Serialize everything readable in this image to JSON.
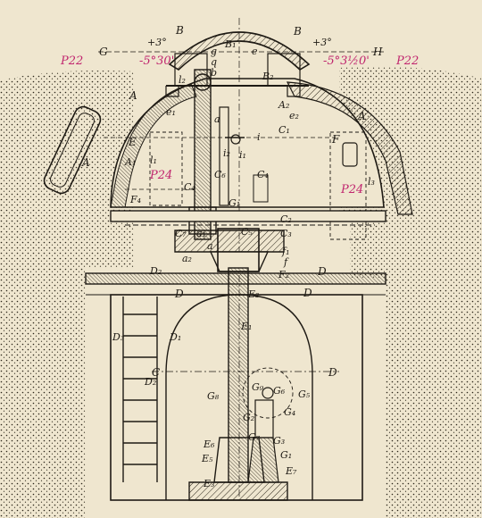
{
  "colors": {
    "paper": "#efe6cf",
    "ink": "#1e1a14",
    "annotation_ink": "#c0246e"
  },
  "labels": [
    {
      "id": "B-left",
      "text": "B"
    },
    {
      "id": "B-right",
      "text": "B"
    },
    {
      "id": "B1",
      "text": "B₁"
    },
    {
      "id": "B2",
      "text": "B₂"
    },
    {
      "id": "G",
      "text": "G"
    },
    {
      "id": "H",
      "text": "H"
    },
    {
      "id": "plus3-left",
      "text": "+3°"
    },
    {
      "id": "plus3-right",
      "text": "+3°"
    },
    {
      "id": "g",
      "text": "g"
    },
    {
      "id": "e",
      "text": "e"
    },
    {
      "id": "q",
      "text": "q"
    },
    {
      "id": "b",
      "text": "b"
    },
    {
      "id": "l2",
      "text": "l₂"
    },
    {
      "id": "e1",
      "text": "e₁"
    },
    {
      "id": "A-upper-left",
      "text": "A"
    },
    {
      "id": "A-right",
      "text": "A"
    },
    {
      "id": "A-inner",
      "text": "A"
    },
    {
      "id": "A1",
      "text": "A₁"
    },
    {
      "id": "A2",
      "text": "A₂"
    },
    {
      "id": "e2",
      "text": "e₂"
    },
    {
      "id": "a-upper",
      "text": "a"
    },
    {
      "id": "C1",
      "text": "C₁"
    },
    {
      "id": "E",
      "text": "E"
    },
    {
      "id": "F",
      "text": "F"
    },
    {
      "id": "i",
      "text": "i"
    },
    {
      "id": "i1",
      "text": "i₁"
    },
    {
      "id": "i2",
      "text": "i₂"
    },
    {
      "id": "l1",
      "text": "l₁"
    },
    {
      "id": "l3",
      "text": "l₃"
    },
    {
      "id": "C4",
      "text": "C₄"
    },
    {
      "id": "C6",
      "text": "C₆"
    },
    {
      "id": "C4b",
      "text": "C₄"
    },
    {
      "id": "F4",
      "text": "F₄"
    },
    {
      "id": "G1-top",
      "text": "G₁"
    },
    {
      "id": "C2",
      "text": "C₂"
    },
    {
      "id": "C3",
      "text": "C₃"
    },
    {
      "id": "C5",
      "text": "C₅"
    },
    {
      "id": "C7",
      "text": "C₇"
    },
    {
      "id": "a-lower",
      "text": "a"
    },
    {
      "id": "a1",
      "text": "a₁"
    },
    {
      "id": "a2",
      "text": "a₂"
    },
    {
      "id": "f1",
      "text": "f₁"
    },
    {
      "id": "f",
      "text": "f"
    },
    {
      "id": "F2",
      "text": "F₂"
    },
    {
      "id": "D2",
      "text": "D₂"
    },
    {
      "id": "D-right",
      "text": "D"
    },
    {
      "id": "D-mid",
      "text": "D"
    },
    {
      "id": "D-mid2",
      "text": "D"
    },
    {
      "id": "E2",
      "text": "E₂"
    },
    {
      "id": "E1",
      "text": "E₁"
    },
    {
      "id": "D3",
      "text": "D₃"
    },
    {
      "id": "D1",
      "text": "D₁"
    },
    {
      "id": "D2b",
      "text": "D₂"
    },
    {
      "id": "C-left",
      "text": "C"
    },
    {
      "id": "D-line",
      "text": "D"
    },
    {
      "id": "G8",
      "text": "G₈"
    },
    {
      "id": "G9",
      "text": "G₉"
    },
    {
      "id": "G6",
      "text": "G₆"
    },
    {
      "id": "G5",
      "text": "G₅"
    },
    {
      "id": "G4",
      "text": "G₄"
    },
    {
      "id": "G2",
      "text": "G₂"
    },
    {
      "id": "G3",
      "text": "G₃"
    },
    {
      "id": "G7",
      "text": "G₇"
    },
    {
      "id": "G1",
      "text": "G₁"
    },
    {
      "id": "E6",
      "text": "E₆"
    },
    {
      "id": "E5",
      "text": "E₅"
    },
    {
      "id": "E3",
      "text": "E₃"
    },
    {
      "id": "E7",
      "text": "E₇"
    }
  ],
  "handwritten": [
    {
      "id": "p22-left",
      "text": "P22"
    },
    {
      "id": "p22-right",
      "text": "P22"
    },
    {
      "id": "minus5-left",
      "text": "-5°30'"
    },
    {
      "id": "minus5-right",
      "text": "-5°3½0'"
    },
    {
      "id": "p24-left",
      "text": "P24"
    },
    {
      "id": "p24-right",
      "text": "P24"
    }
  ]
}
